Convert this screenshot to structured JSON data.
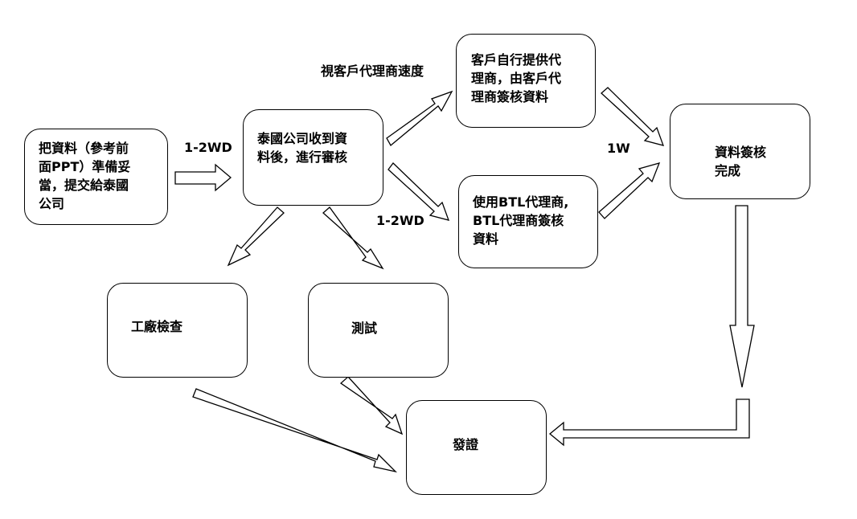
{
  "nodes": {
    "prepare": {
      "text": "把資料（參考前\n面PPT）準備妥\n當，提交給泰國\n公司"
    },
    "thai_company": {
      "text": "泰國公司收到資\n料後，進行審核"
    },
    "customer_agent": {
      "text": "客戶自行提供代\n理商，由客戶代\n理商簽核資料"
    },
    "btl_agent": {
      "text": "使用BTL代理商,\nBTL代理商簽核\n資料"
    },
    "review_done": {
      "text": "資料簽核\n完成"
    },
    "factory_check": {
      "text": "工廠檢查"
    },
    "testing": {
      "text": "測試"
    },
    "certificate": {
      "text": "發證"
    }
  },
  "edge_labels": {
    "prepare_to_thai": "1-2WD",
    "thai_to_customer_agent": "視客戶代理商速度",
    "thai_to_btl": "1-2WD",
    "to_review_done": "1W"
  }
}
